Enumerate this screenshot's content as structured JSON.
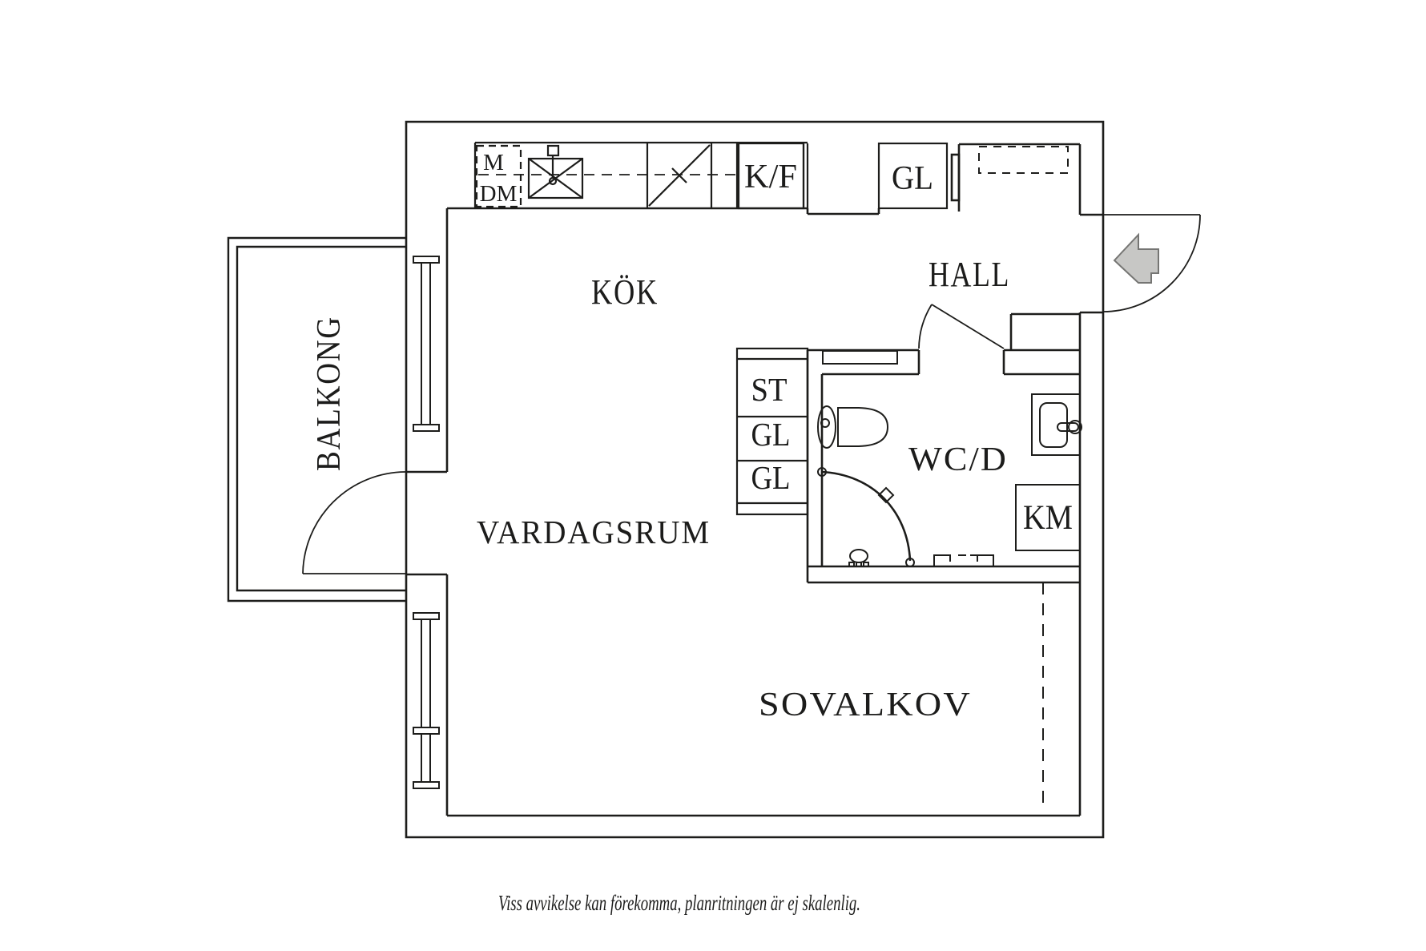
{
  "title": "apartment-floor-plan",
  "colors": {
    "line": "#1d1d1b",
    "arrow_fill": "#c7c7c5",
    "arrow_stroke": "#757573",
    "background": "#ffffff"
  },
  "rooms": {
    "kitchen": {
      "label": "KÖK"
    },
    "hall": {
      "label": "HALL"
    },
    "living": {
      "label": "VARDAGSRUM"
    },
    "bathroom": {
      "label": "WC/D"
    },
    "sleeping_alcove": {
      "label": "SOVALKOV"
    },
    "balcony": {
      "label": "BALKONG"
    }
  },
  "fixtures": {
    "microwave": "M",
    "dishwasher": "DM",
    "fridge_freezer": "K/F",
    "hall_wardrobe": "GL",
    "cleaning_closet": "ST",
    "wardrobe_upper": "GL",
    "wardrobe_lower": "GL",
    "washing_machine": "KM"
  },
  "caption": {
    "text": "Viss avvikelse kan förekomma, planritningen är ej skalenlig."
  }
}
